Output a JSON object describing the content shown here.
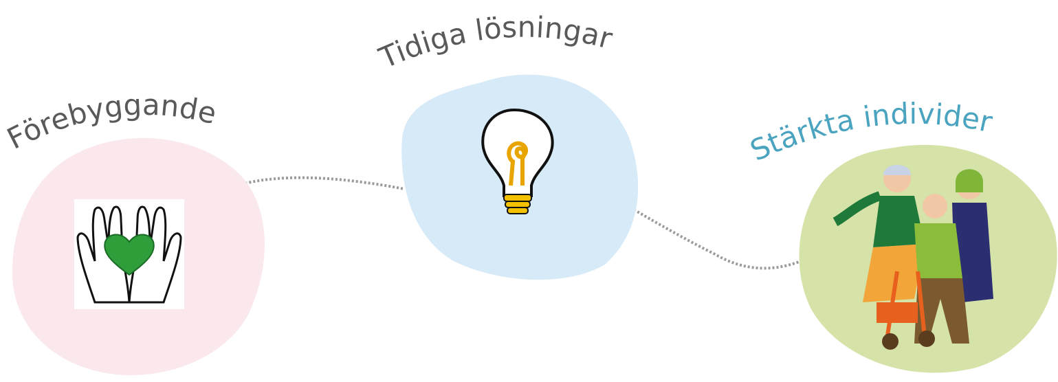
{
  "steps": [
    {
      "label": "Förebyggande",
      "icon": "hands-holding-heart-icon",
      "blob_color": "#fbe8ec",
      "label_color": "#595959"
    },
    {
      "label": "Tidiga lösningar",
      "icon": "light-bulb-icon",
      "blob_color": "#d6eaf8",
      "label_color": "#595959"
    },
    {
      "label": "Stärkta individer",
      "icon": "elderly-people-walking-illustration",
      "blob_color": "#d5e2a8",
      "label_color": "#4aa3bf"
    }
  ],
  "connector_color": "#9a9a9a"
}
